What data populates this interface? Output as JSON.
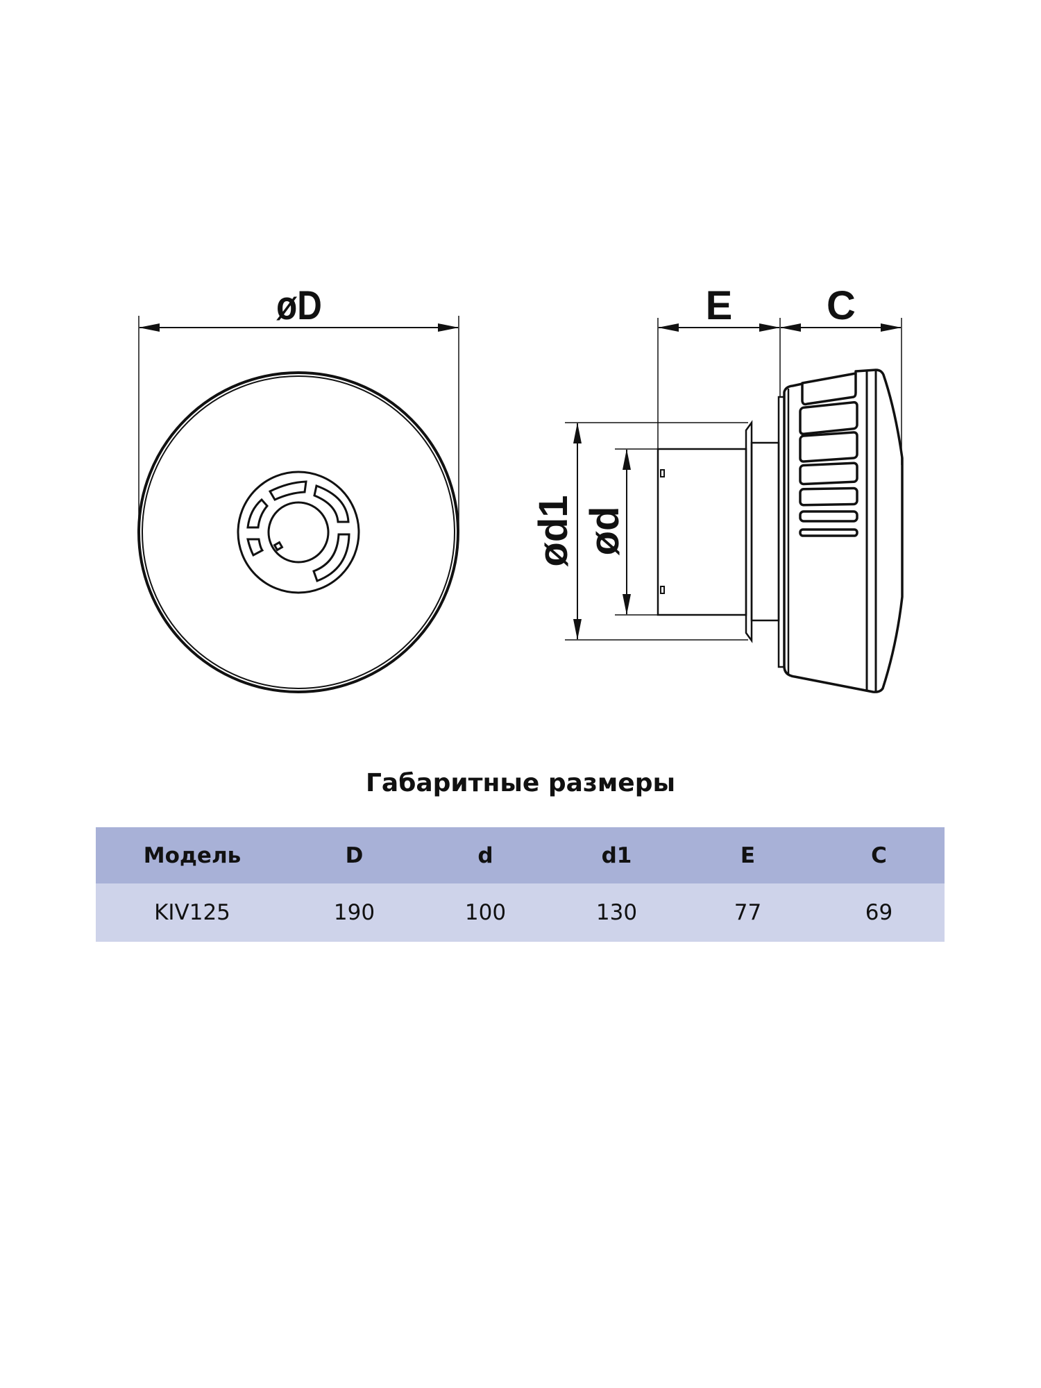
{
  "drawing": {
    "front_view": {
      "dimension_label": "øD"
    },
    "side_view": {
      "dimension_labels": {
        "E": "E",
        "C": "C",
        "d1": "ød1",
        "d": "ød"
      }
    }
  },
  "title": "Габаритные размеры",
  "table": {
    "headers": [
      "Модель",
      "D",
      "d",
      "d1",
      "E",
      "C"
    ],
    "rows": [
      [
        "KIV125",
        "190",
        "100",
        "130",
        "77",
        "69"
      ]
    ]
  },
  "colors": {
    "header_bg": "#a8b1d7",
    "row_bg": "#ced3ea",
    "line": "#111111"
  }
}
